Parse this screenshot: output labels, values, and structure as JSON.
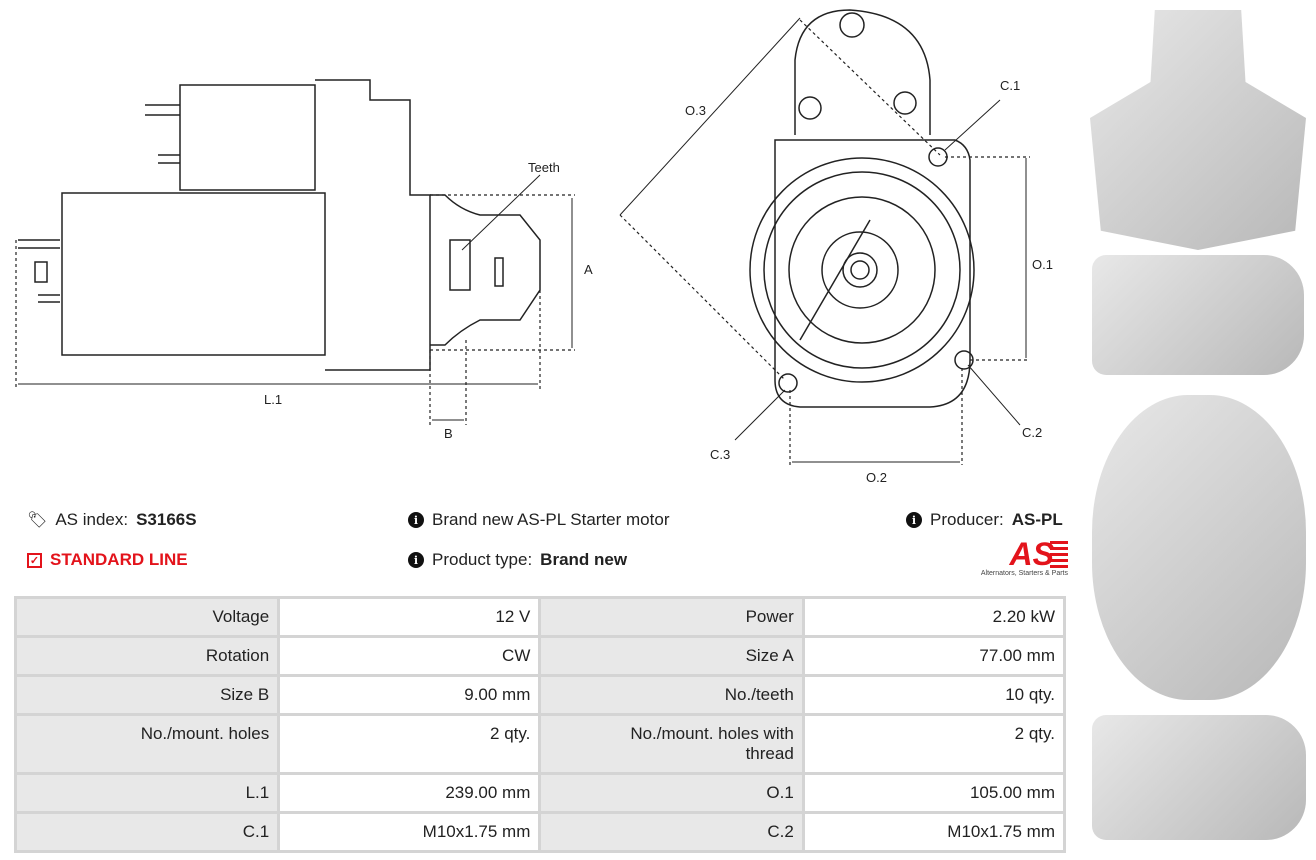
{
  "drawing": {
    "teeth": "Teeth",
    "a": "A",
    "b": "B",
    "l1": "L.1",
    "o1": "O.1",
    "o2": "O.2",
    "o3": "O.3",
    "c1": "C.1",
    "c2": "C.2",
    "c3": "C.3"
  },
  "info": {
    "as_index_label": "AS index:",
    "as_index_value": "S3166S",
    "line": "STANDARD LINE",
    "desc": "Brand new AS-PL Starter motor",
    "type_label": "Product type:",
    "type_value": "Brand new",
    "producer_label": "Producer:",
    "producer_value": "AS-PL",
    "logo_text": "AS",
    "logo_tagline": "Alternators, Starters & Parts"
  },
  "colors": {
    "accent": "#e3131b"
  },
  "specs": [
    [
      "Voltage",
      "12 V",
      "Power",
      "2.20 kW"
    ],
    [
      "Rotation",
      "CW",
      "Size A",
      "77.00 mm"
    ],
    [
      "Size B",
      "9.00 mm",
      "No./teeth",
      "10 qty."
    ],
    [
      "No./mount. holes",
      "2 qty.",
      "No./mount. holes with thread",
      "2 qty."
    ],
    [
      "L.1",
      "239.00 mm",
      "O.1",
      "105.00 mm"
    ],
    [
      "C.1",
      "M10x1.75 mm",
      "C.2",
      "M10x1.75 mm"
    ]
  ]
}
